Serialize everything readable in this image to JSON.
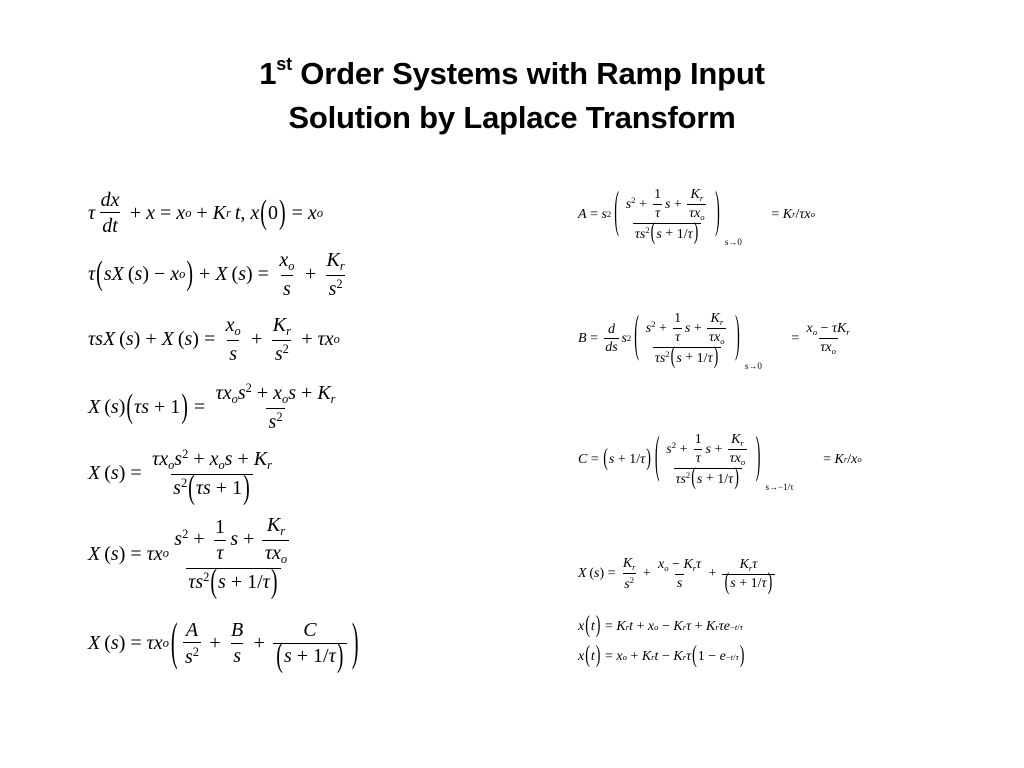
{
  "slide": {
    "title_main": "1",
    "title_sup": "st",
    "title_rest": " Order Systems with Ramp Input",
    "title_line2": "Solution by Laplace Transform"
  },
  "equations_left": [
    "τ dx/dt + x = xo + Kr t, x(0) = xo",
    "τ(sX(s) − xo) + X(s) = xo/s + Kr/s²",
    "τsX(s) + X(s) = xo/s + Kr/s² + τxo",
    "X(s)(τs + 1) = (τxo s² + xo s + Kr)/s²",
    "X(s) = (τxo s² + xo s + Kr)/(s²(τs + 1))",
    "X(s) = τxo (s² + (1/τ)s + Kr/(τxo)) / (τs²(s + 1/τ))",
    "X(s) = τxo (A/s² + B/s + C/(s + 1/τ))"
  ],
  "equations_right": [
    "A = s² [ (s² + (1/τ)s + Kr/(τxo)) / (τs²(s + 1/τ)) ] at s→0 = Kr/τxo",
    "B = d/ds s² [ (s² + (1/τ)s + Kr/(τxo)) / (τs²(s + 1/τ)) ] at s→0 = (xo − τKr)/(τxo)",
    "C = (s + 1/τ) [ (s² + (1/τ)s + Kr/(τxo)) / (τs²(s + 1/τ)) ] at s→−1/τ = Kr/xo",
    "X(s) = Kr/s² + (xo − Krτ)/s + Krτ/(s + 1/τ)",
    "x(t) = Kr t + xo − Kr τ + Kr τ e^(−t/τ)",
    "x(t) = xo + Kr t − Kr τ(1 − e^(−t/τ))"
  ],
  "limits": {
    "a": "s→0",
    "b": "s→0",
    "c": "s→−1/τ"
  }
}
